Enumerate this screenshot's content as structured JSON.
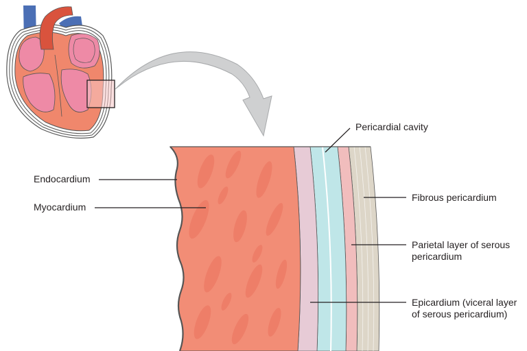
{
  "labels": {
    "pericardial_cavity": "Pericardial cavity",
    "endocardium": "Endocardium",
    "myocardium": "Myocardium",
    "fibrous_pericardium": "Fibrous pericardium",
    "parietal_line1": "Parietal layer of serous",
    "parietal_line2": "pericardium",
    "epicardium_line1": "Epicardium (viceral layer",
    "epicardium_line2": "of serous pericardium)"
  },
  "colors": {
    "myocardium": "#f28d76",
    "myocardium_streak": "#ec7a64",
    "epicardium": "#e7cbd6",
    "pericardial_cavity": "#bfe6e8",
    "parietal_layer": "#f1bdbd",
    "fibrous_pericardium": "#ddd6c8",
    "heart_pink": "#ee8aa6",
    "heart_muscle": "#f0876c",
    "aorta": "#d9533d",
    "vena_cava": "#4b6fb5",
    "arrow": "#cfd0d1",
    "leader_line": "#231f20"
  },
  "icons": [
    "heart-illustration",
    "curved-arrow-icon"
  ]
}
